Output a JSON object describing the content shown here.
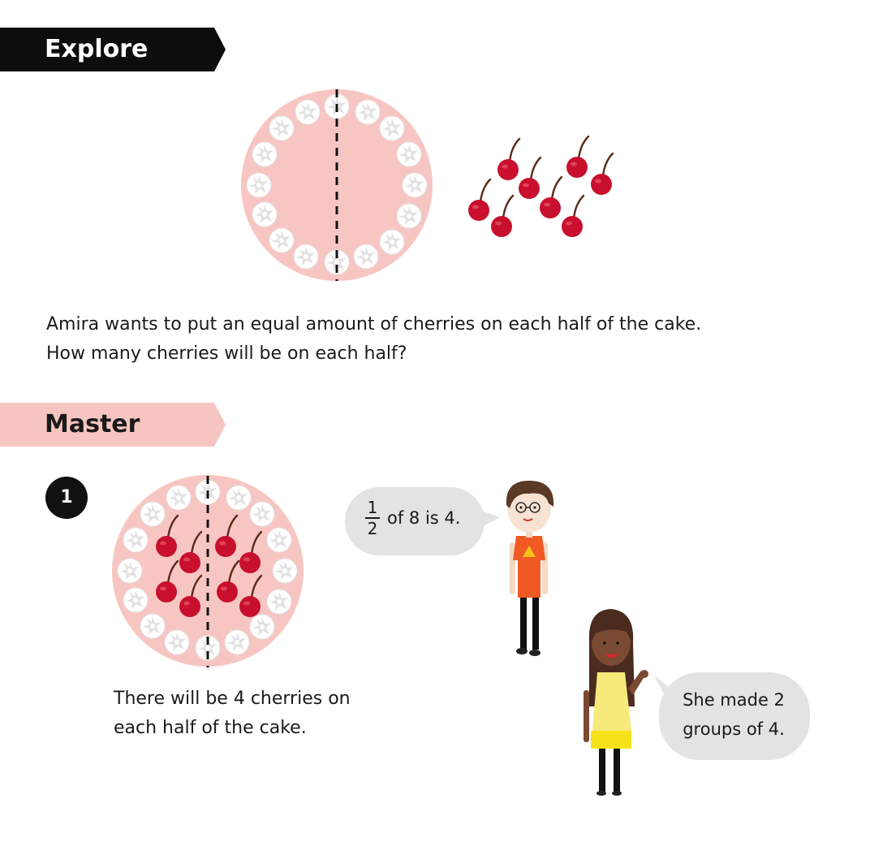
{
  "explore": {
    "heading": "Explore"
  },
  "prompt": {
    "line1": "Amira wants to put an equal amount of cherries on each half of the cake.",
    "line2": "How many cherries will be on each half?"
  },
  "master": {
    "heading": "Master",
    "question_number": "1",
    "answer_line1": "There will be 4 cherries on",
    "answer_line2": "each half of the cake.",
    "boy_speech": {
      "fraction_numerator": "1",
      "fraction_denominator": "2",
      "text": "of 8 is 4."
    },
    "girl_speech": {
      "line1": "She made 2",
      "line2": "groups of 4."
    }
  },
  "illustration": {
    "cherries_total": 8,
    "cherries_per_half": 4
  },
  "colors": {
    "cake": "#f8c6c2",
    "cream": "#ffffff",
    "cherry": "#c8102e",
    "stem": "#5a2a1a",
    "bubble": "#e3e3e3",
    "explore_banner": "#0d0d0d",
    "master_banner": "#f7c5c0"
  }
}
